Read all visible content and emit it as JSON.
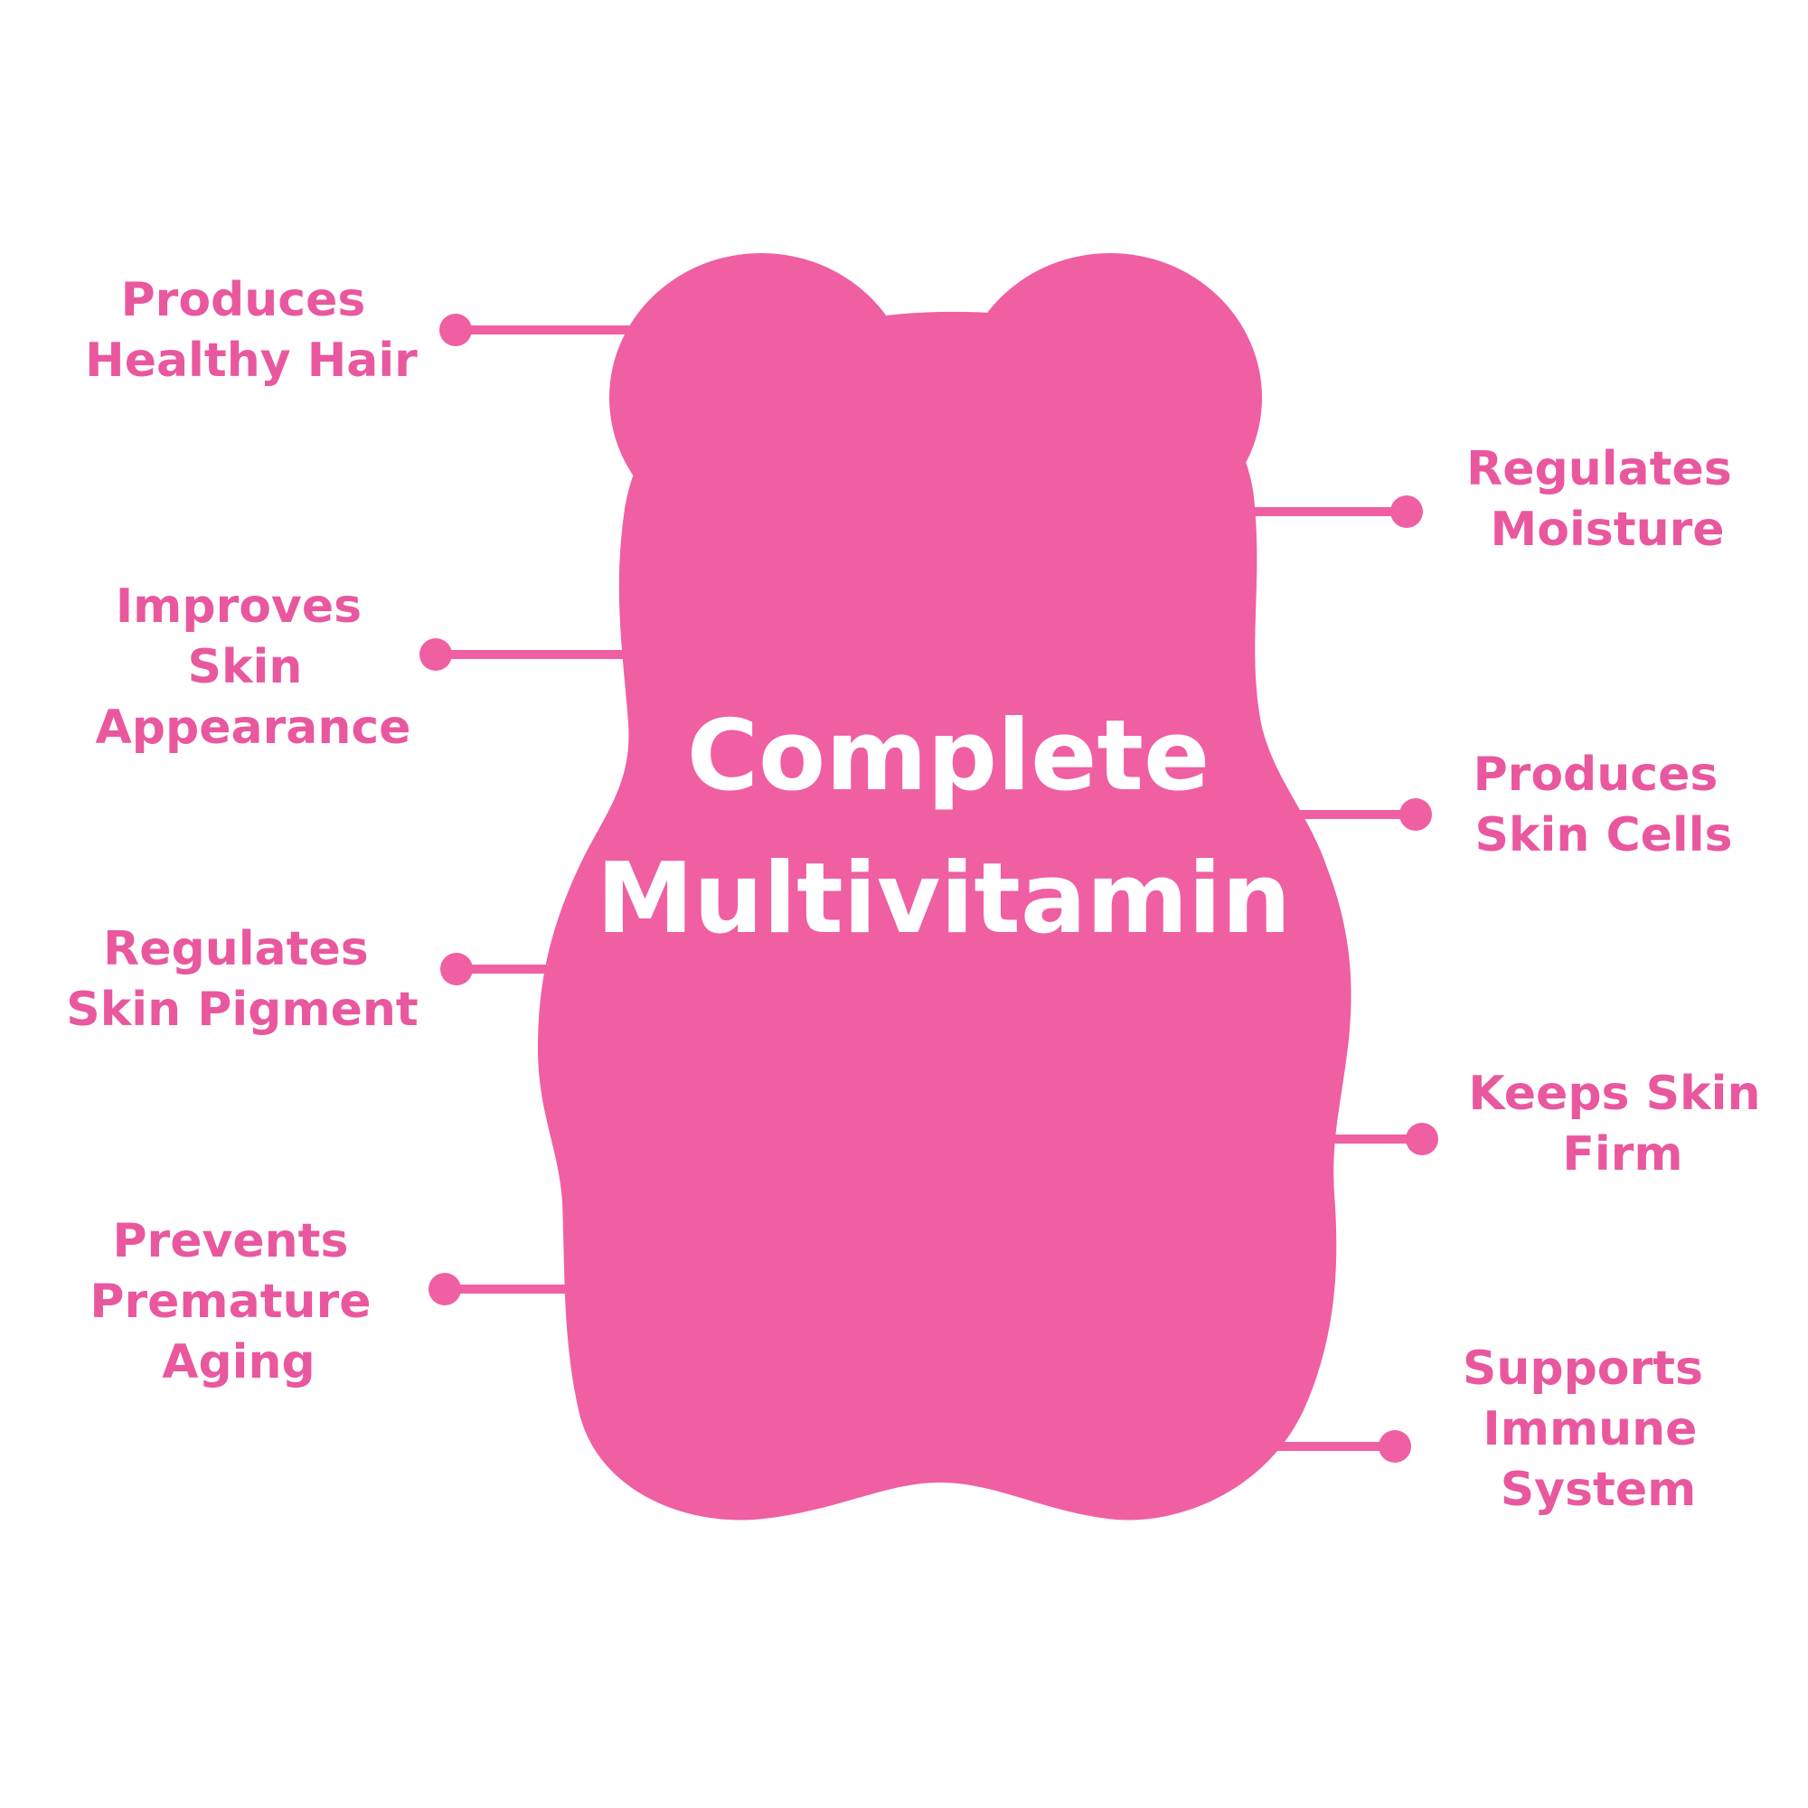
{
  "colors": {
    "accent": "#ef5fa2",
    "label_text": "#e9589e",
    "title_text": "#ffffff",
    "background": "#ffffff"
  },
  "title": {
    "line1": "Complete",
    "line2": "Multivitamin"
  },
  "benefits": {
    "left": [
      {
        "line1": "Produces",
        "line2": "Healthy Hair"
      },
      {
        "line1": "Improves",
        "line2": "Skin",
        "line3": "Appearance"
      },
      {
        "line1": "Regulates",
        "line2": "Skin Pigment"
      },
      {
        "line1": "Prevents",
        "line2": "Premature",
        "line3": "Aging"
      }
    ],
    "right": [
      {
        "line1": "Regulates",
        "line2": "Moisture"
      },
      {
        "line1": "Produces",
        "line2": "Skin Cells"
      },
      {
        "line1": "Keeps Skin",
        "line2": "Firm"
      },
      {
        "line1": "Supports",
        "line2": "Immune",
        "line3": "System"
      }
    ]
  }
}
